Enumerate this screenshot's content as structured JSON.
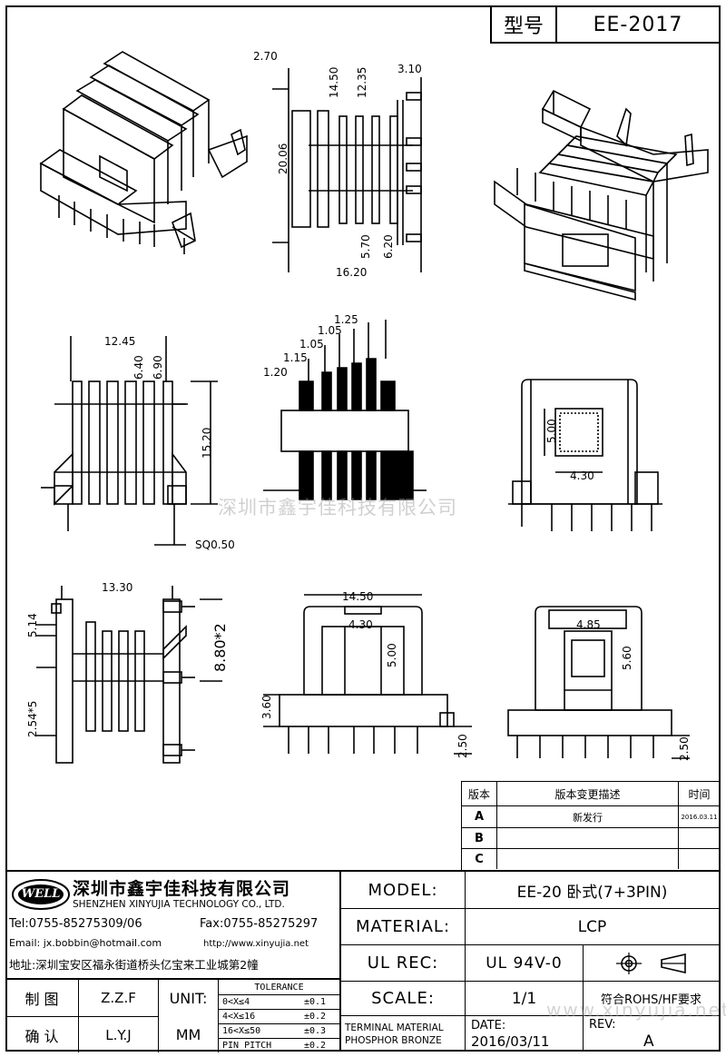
{
  "header": {
    "label": "型号",
    "value": "EE-2017"
  },
  "views": {
    "side": {
      "B": "2.70",
      "C": "3.10",
      "A": "20.06",
      "d1": "14.50",
      "d2": "12.35",
      "d3": "5.70",
      "E": "6.20",
      "F": "16.20"
    },
    "front": {
      "G": "12.45",
      "g1": "6.40",
      "g2": "6.90",
      "J": "15.20",
      "K": "SQ0.50"
    },
    "slots": {
      "s1": "1.25",
      "s2": "1.05",
      "s3": "1.05",
      "s4": "1.15",
      "s5": "1.20"
    },
    "core": {
      "L": "5.00",
      "M": "4.30"
    },
    "bottom": {
      "P": "13.30",
      "D": "5.14",
      "Q": "8.80*2",
      "N": "2.54*5"
    },
    "lower_mid": {
      "S": "14.50",
      "w1": "4.30",
      "h1": "5.00",
      "R": "3.60",
      "T": "2.50"
    },
    "lower_right": {
      "U": "4.85",
      "V": "5.60",
      "W": "2.50"
    }
  },
  "revision_table": {
    "headers": [
      "版本",
      "版本变更描述",
      "时间"
    ],
    "rows": [
      {
        "rev": "A",
        "desc": "新发行",
        "date": "2016.03.11"
      },
      {
        "rev": "B",
        "desc": "",
        "date": ""
      },
      {
        "rev": "C",
        "desc": "",
        "date": ""
      }
    ]
  },
  "company": {
    "logo_text": "WELL",
    "name_cn": "深圳市鑫宇佳科技有限公司",
    "name_en": "SHENZHEN XINYUJIA TECHNOLOGY CO., LTD.",
    "tel": "Tel:0755-85275309/06",
    "fax": "Fax:0755-85275297",
    "email": "Email: jx.bobbin@hotmail.com",
    "web": "http://www.xinyujia.net",
    "address": "地址:深圳宝安区福永街道桥头亿宝来工业城第2幢"
  },
  "title_block": {
    "model_label": "MODEL:",
    "model_value": "EE-20 卧式(7+3PIN)",
    "material_label": "MATERIAL:",
    "material_value": "LCP",
    "ulrec_label": "UL REC:",
    "ulrec_value": "UL 94V-0",
    "scale_label": "SCALE:",
    "scale_value": "1/1",
    "rohs": "符合ROHS/HF要求",
    "terminal_line1": "TERMINAL MATERIAL",
    "terminal_line2": "PHOSPHOR BRONZE",
    "date_label": "DATE:",
    "date_value": "2016/03/11",
    "rev_label": "REV:",
    "rev_value": "A"
  },
  "signoff": {
    "draw_label": "制 图",
    "draw_value": "Z.Z.F",
    "check_label": "确 认",
    "check_value": "L.Y.J",
    "unit_label": "UNIT:",
    "unit_value": "MM"
  },
  "tolerance": {
    "title": "TOLERANCE",
    "rows": [
      {
        "range": "0<X≤4",
        "value": "±0.1"
      },
      {
        "range": "4<X≤16",
        "value": "±0.2"
      },
      {
        "range": "16<X≤50",
        "value": "±0.3"
      },
      {
        "range": "PIN PITCH",
        "value": "±0.2"
      }
    ]
  },
  "watermark": "深圳市鑫宇佳科技有限公司",
  "watermark_url": "www.xinyujia.net"
}
